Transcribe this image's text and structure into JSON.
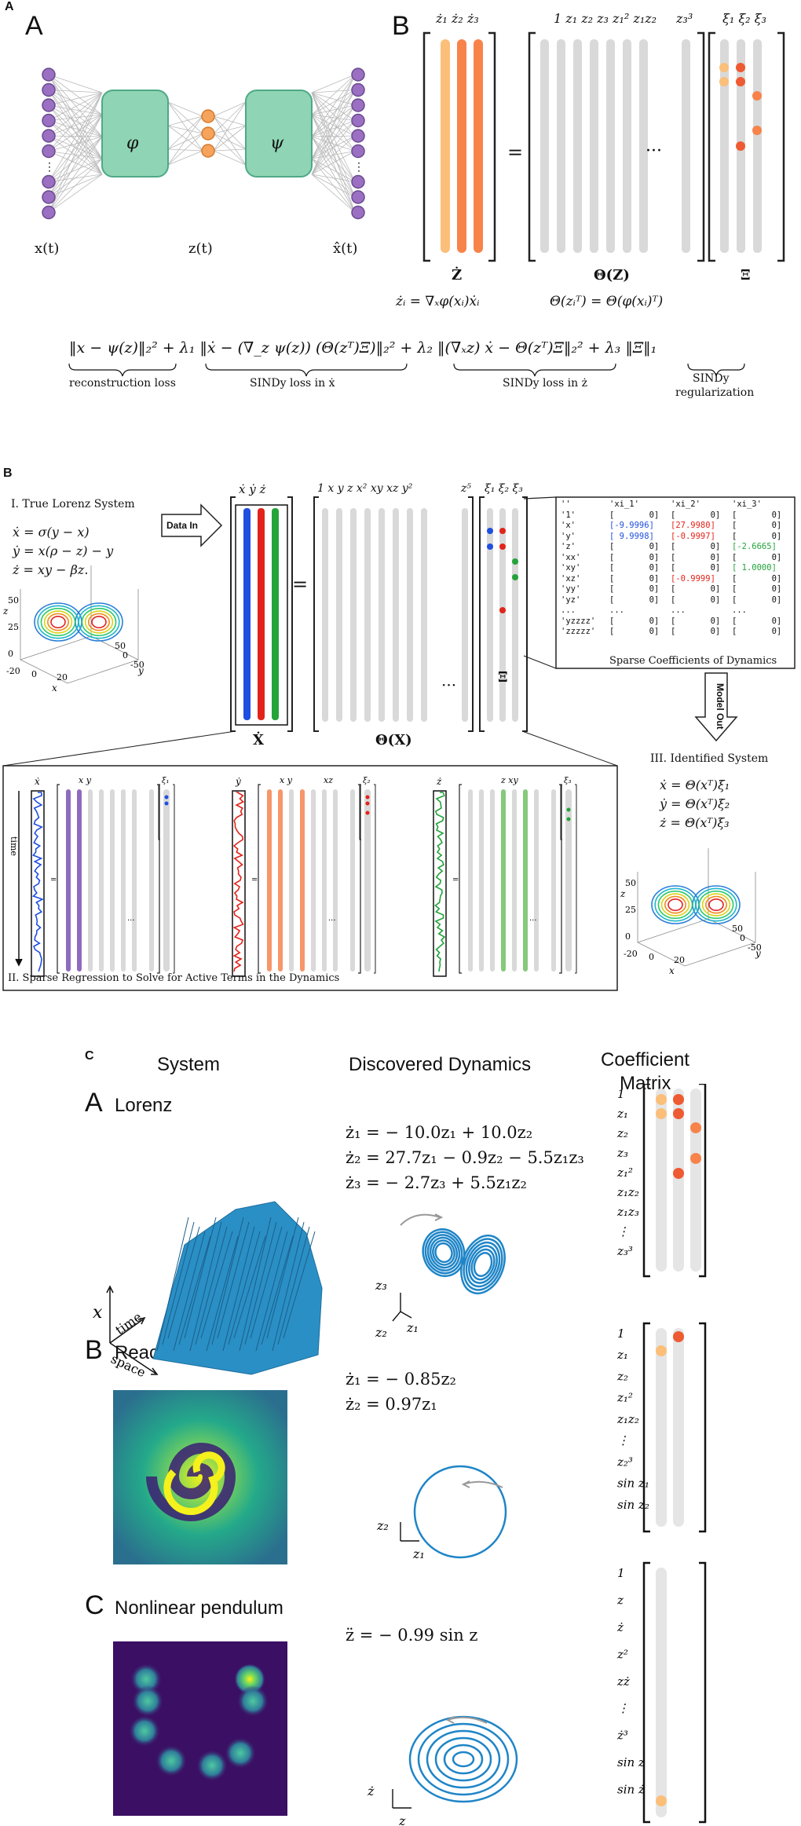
{
  "panelA": {
    "corner_label": "A",
    "sub_label": "A",
    "encoder_symbol": "φ",
    "decoder_symbol": "ψ",
    "input_label": "x(t)",
    "latent_label": "z(t)",
    "output_label": "x̂(t)",
    "sub_label_B": "B",
    "zdot_cols": "ż₁ ż₂ ż₃",
    "theta_cols": "1 z₁ z₂ z₃ z₁² z₁z₂",
    "theta_last": "z₃³",
    "xi_cols": "ξ₁ ξ₂ ξ₃",
    "eq_sign": "=",
    "dots": "···",
    "zdot_name": "Ż",
    "theta_name": "Θ(Z)",
    "xi_name": "Ξ",
    "zdot_formula": "żᵢ = ∇ₓφ(xᵢ)ẋᵢ",
    "theta_formula": "Θ(zᵢᵀ) = Θ(φ(xᵢ)ᵀ)",
    "loss_main": "‖x − ψ(z)‖₂² + λ₁ ‖ẋ − (∇_z ψ(z)) (Θ(zᵀ)Ξ)‖₂² + λ₂ ‖(∇ₓz) ẋ − Θ(zᵀ)Ξ‖₂² + λ₃ ‖Ξ‖₁",
    "loss_recon": "reconstruction loss",
    "loss_sindy_x": "SINDy loss in ẋ",
    "loss_sindy_z": "SINDy loss in ż",
    "loss_reg_1": "SINDy",
    "loss_reg_2": "regularization"
  },
  "panelB": {
    "corner_label": "B",
    "true_title": "I.  True Lorenz System",
    "eq1": "ẋ  =  σ(y − x)",
    "eq2": "ẏ  =  x(ρ − z) − y",
    "eq3": "ż  =  xy − βz.",
    "data_in": "Data In",
    "model_out": "Model Out",
    "xdot_cols": "ẋ ẏ ż",
    "theta_cols": "1  x  y  z  x²  xy  xz  y²",
    "theta_last": "z⁵",
    "xi_cols": "ξ₁ ξ₂ ξ₃",
    "xdot_name": "Ẋ",
    "theta_name": "Θ(X)",
    "xi_name": "Ξ",
    "eq_sign": "=",
    "dots": "···",
    "coef_caption": "Sparse Coefficients of Dynamics",
    "coef_rows": [
      [
        "''",
        "'xi_1'",
        "'xi_2'",
        "'xi_3'"
      ],
      [
        "'1'",
        "[       0]",
        "[       0]",
        "[       0]"
      ],
      [
        "'x'",
        "[-9.9996]",
        "[27.9980]",
        "[       0]"
      ],
      [
        "'y'",
        "[ 9.9998]",
        "[-0.9997]",
        "[       0]"
      ],
      [
        "'z'",
        "[       0]",
        "[       0]",
        "[-2.6665]"
      ],
      [
        "'xx'",
        "[       0]",
        "[       0]",
        "[       0]"
      ],
      [
        "'xy'",
        "[       0]",
        "[       0]",
        "[ 1.0000]"
      ],
      [
        "'xz'",
        "[       0]",
        "[-0.9999]",
        "[       0]"
      ],
      [
        "'yy'",
        "[       0]",
        "[       0]",
        "[       0]"
      ],
      [
        "'yz'",
        "[       0]",
        "[       0]",
        "[       0]"
      ],
      [
        "...",
        "...",
        "...",
        "..."
      ],
      [
        "'yzzzz'",
        "[       0]",
        "[       0]",
        "[       0]"
      ],
      [
        "'zzzzz'",
        "[       0]",
        "[       0]",
        "[       0]"
      ]
    ],
    "identified_title": "III.  Identified System",
    "id_eq1": "ẋ  =  Θ(xᵀ)ξ₁",
    "id_eq2": "ẏ  =  Θ(xᵀ)ξ₂",
    "id_eq3": "ż  =  Θ(xᵀ)ξ₃",
    "plot_ticks_z": [
      "50",
      "25",
      "0"
    ],
    "plot_ticks_x": [
      "-20",
      "0",
      "20"
    ],
    "plot_ticks_y": [
      "50",
      "0",
      "-50"
    ],
    "plot_axis_x": "x",
    "plot_axis_y": "y",
    "plot_axis_z": "z",
    "reg_caption": "II.  Sparse Regression to Solve for Active Terms in the Dynamics",
    "time_label": "time",
    "reg_xdot": "ẋ",
    "reg_ydot": "ẏ",
    "reg_zdot": "ż",
    "reg_xy": "x y",
    "reg_xz": "xz",
    "reg_z_xy": "z     xy",
    "reg_xi1": "ξ₁",
    "reg_xi2": "ξ₂",
    "reg_xi3": "ξ₃"
  },
  "panelC": {
    "corner_label": "C",
    "col_system": "System",
    "col_dynamics": "Discovered Dynamics",
    "col_coef_1": "Coefficient",
    "col_coef_2": "Matrix",
    "rows": [
      {
        "letter": "A",
        "name": "Lorenz",
        "eqs": [
          "ż₁ = − 10.0z₁ + 10.0z₂",
          "ż₂ = 27.7z₁ − 0.9z₂ − 5.5z₁z₃",
          "ż₃ = − 2.7z₃ + 5.5z₁z₂"
        ],
        "axis_labels": [
          "z₃",
          "z₂",
          "z₁"
        ],
        "sys_axes": [
          "x",
          "time",
          "space"
        ],
        "terms": [
          "1",
          "z₁",
          "z₂",
          "z₃",
          "z₁²",
          "z₁z₂",
          "z₁z₃",
          "⋮",
          "z₃³"
        ]
      },
      {
        "letter": "B",
        "name": "Reaction-diffusion",
        "eqs": [
          "ż₁ = − 0.85z₂",
          "ż₂ = 0.97z₁"
        ],
        "axis_labels": [
          "z₂",
          "z₁"
        ],
        "terms": [
          "1",
          "z₁",
          "z₂",
          "z₁²",
          "z₁z₂",
          "⋮",
          "z₂³",
          "sin z₁",
          "sin z₂"
        ]
      },
      {
        "letter": "C",
        "name": "Nonlinear pendulum",
        "eqs": [
          "z̈ = − 0.99 sin z"
        ],
        "axis_labels": [
          "ż",
          "z"
        ],
        "terms": [
          "1",
          "z",
          "ż",
          "z²",
          "zż",
          "⋮",
          "ż³",
          "sin z",
          "sin ż"
        ]
      }
    ]
  },
  "colors": {
    "node_purple": "#9b6fc1",
    "node_orange": "#f6a35c",
    "net_green": "#8fd4b4",
    "light_orange": "#fbbf7a",
    "mid_orange": "#f7834b",
    "deep_orange": "#ee5a32",
    "grey_col": "#d9d9d9",
    "blue": "#1f4fe0",
    "red": "#e2231a",
    "green": "#23a33a",
    "purple_col": "#8e6bbf",
    "salmon_col": "#f6966a",
    "green_col": "#85c97c",
    "lorenz_blue": "#1f85c7",
    "box_stroke": "#2a5a7a"
  }
}
